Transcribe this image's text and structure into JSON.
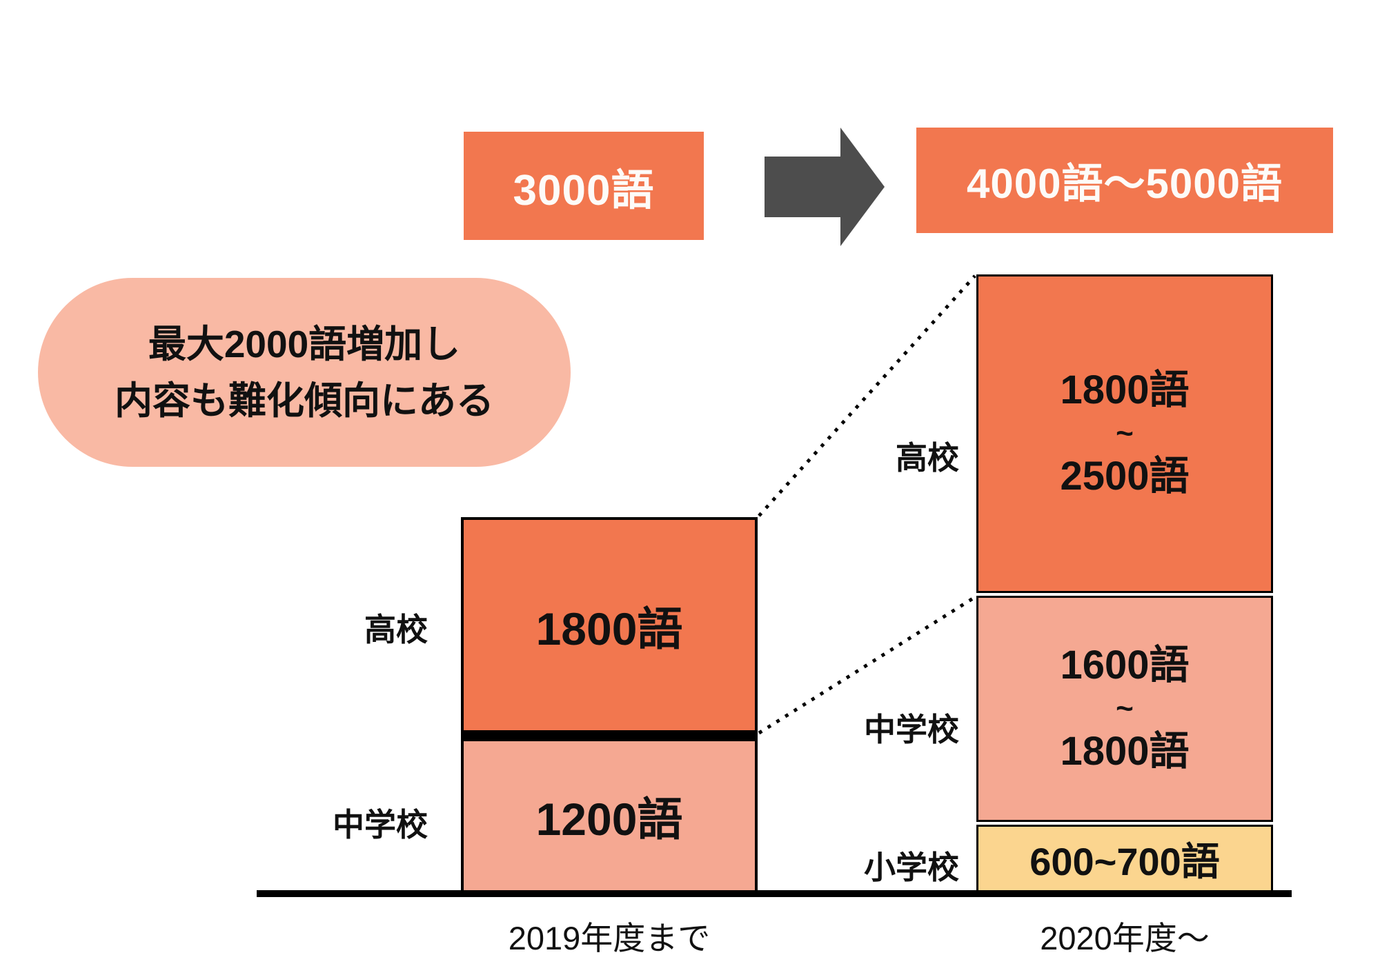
{
  "colors": {
    "orange": "#F2774F",
    "pink": "#F5A892",
    "peach": "#F9B9A4",
    "yellow": "#FBD58F",
    "arrow_gray": "#4D4D4D",
    "ink": "#111111"
  },
  "top": {
    "before_total": "3000語",
    "after_total": "4000語〜5000語"
  },
  "callout": {
    "line1": "最大2000語増加し",
    "line2": "内容も難化傾向にある"
  },
  "left_bar": {
    "axis_label": "2019年度まで",
    "segments": [
      {
        "school": "高校",
        "value": "1800語"
      },
      {
        "school": "中学校",
        "value": "1200語"
      }
    ]
  },
  "right_bar": {
    "axis_label": "2020年度〜",
    "segments": [
      {
        "school": "高校",
        "value_lines": [
          "1800語",
          "~",
          "2500語"
        ]
      },
      {
        "school": "中学校",
        "value_lines": [
          "1600語",
          "~",
          "1800語"
        ]
      },
      {
        "school": "小学校",
        "value": "600~700語"
      }
    ]
  },
  "chart_data": {
    "type": "bar",
    "stacked": true,
    "categories": [
      "2019年度まで",
      "2020年度〜"
    ],
    "series": [
      {
        "name": "高校",
        "values_min": [
          1800,
          1800
        ],
        "values_max": [
          1800,
          2500
        ],
        "labels": [
          "1800語",
          "1800語〜2500語"
        ],
        "color": "#F2774F"
      },
      {
        "name": "中学校",
        "values_min": [
          1200,
          1600
        ],
        "values_max": [
          1200,
          1800
        ],
        "labels": [
          "1200語",
          "1600語〜1800語"
        ],
        "color": "#F5A892"
      },
      {
        "name": "小学校",
        "values_min": [
          0,
          600
        ],
        "values_max": [
          0,
          700
        ],
        "labels": [
          "",
          "600~700語"
        ],
        "color": "#FBD58F"
      }
    ],
    "totals": [
      "3000語",
      "4000語〜5000語"
    ],
    "annotation": "最大2000語増加し 内容も難化傾向にある",
    "xlabel": "",
    "ylabel": "",
    "legend": false,
    "grid": false
  }
}
